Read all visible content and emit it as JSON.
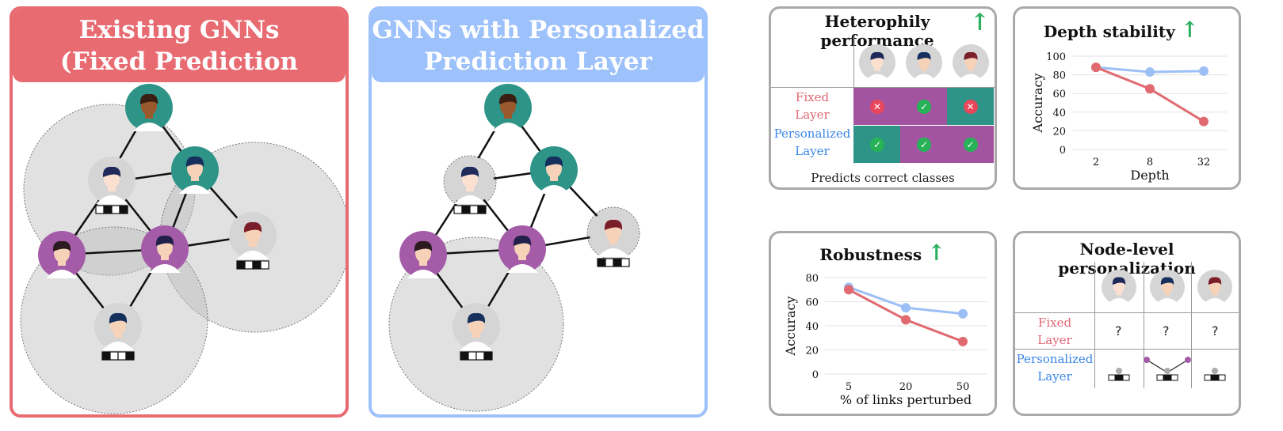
{
  "panels": {
    "existing": {
      "title_line1": "Existing GNNs",
      "title_line2": "(Fixed Prediction Layer)",
      "color": "#e86b72"
    },
    "personalized": {
      "title_line1": "GNNs with Personalized",
      "title_line2": "Prediction Layer",
      "color": "#9dc1fb"
    }
  },
  "heterophily": {
    "title": "Heterophily performance",
    "row_fixed": [
      "Fixed",
      "Layer"
    ],
    "row_personalized": [
      "Personalized",
      "Layer"
    ],
    "caption": "Predicts correct classes",
    "fixed_results": [
      "wrong",
      "correct",
      "wrong"
    ],
    "personalized_results": [
      "correct",
      "correct",
      "correct"
    ],
    "colors": {
      "purple": "#a254a0",
      "teal": "#2e9488",
      "red_x": "#e8475b",
      "green_check": "#27b257"
    }
  },
  "depth": {
    "title": "Depth stability"
  },
  "robustness": {
    "title": "Robustness"
  },
  "personalization": {
    "title": "Node-level personalization",
    "row_fixed": [
      "Fixed",
      "Layer"
    ],
    "row_personalized": [
      "Personalized",
      "Layer"
    ],
    "fixed_cells": [
      "?",
      "?",
      "?"
    ]
  },
  "chart_data": [
    {
      "type": "line",
      "title": "Depth stability",
      "xlabel": "Depth",
      "ylabel": "Accuracy",
      "categories": [
        "2",
        "8",
        "32"
      ],
      "ylim": [
        0,
        100
      ],
      "yticks": [
        "0",
        "20",
        "40",
        "60",
        "80",
        "100"
      ],
      "series": [
        {
          "color": "#9cbff6",
          "values": [
            88,
            83,
            84
          ]
        },
        {
          "color": "#e06a6f",
          "values": [
            88,
            65,
            30
          ]
        }
      ]
    },
    {
      "type": "line",
      "title": "Robustness",
      "xlabel": "% of links perturbed",
      "ylabel": "Accuracy",
      "categories": [
        "5",
        "20",
        "50"
      ],
      "ylim": [
        0,
        80
      ],
      "yticks": [
        "0",
        "20",
        "40",
        "60",
        "80"
      ],
      "series": [
        {
          "color": "#9cbff6",
          "values": [
            72,
            55,
            50
          ]
        },
        {
          "color": "#e06a6f",
          "values": [
            70,
            45,
            27
          ]
        }
      ]
    }
  ]
}
